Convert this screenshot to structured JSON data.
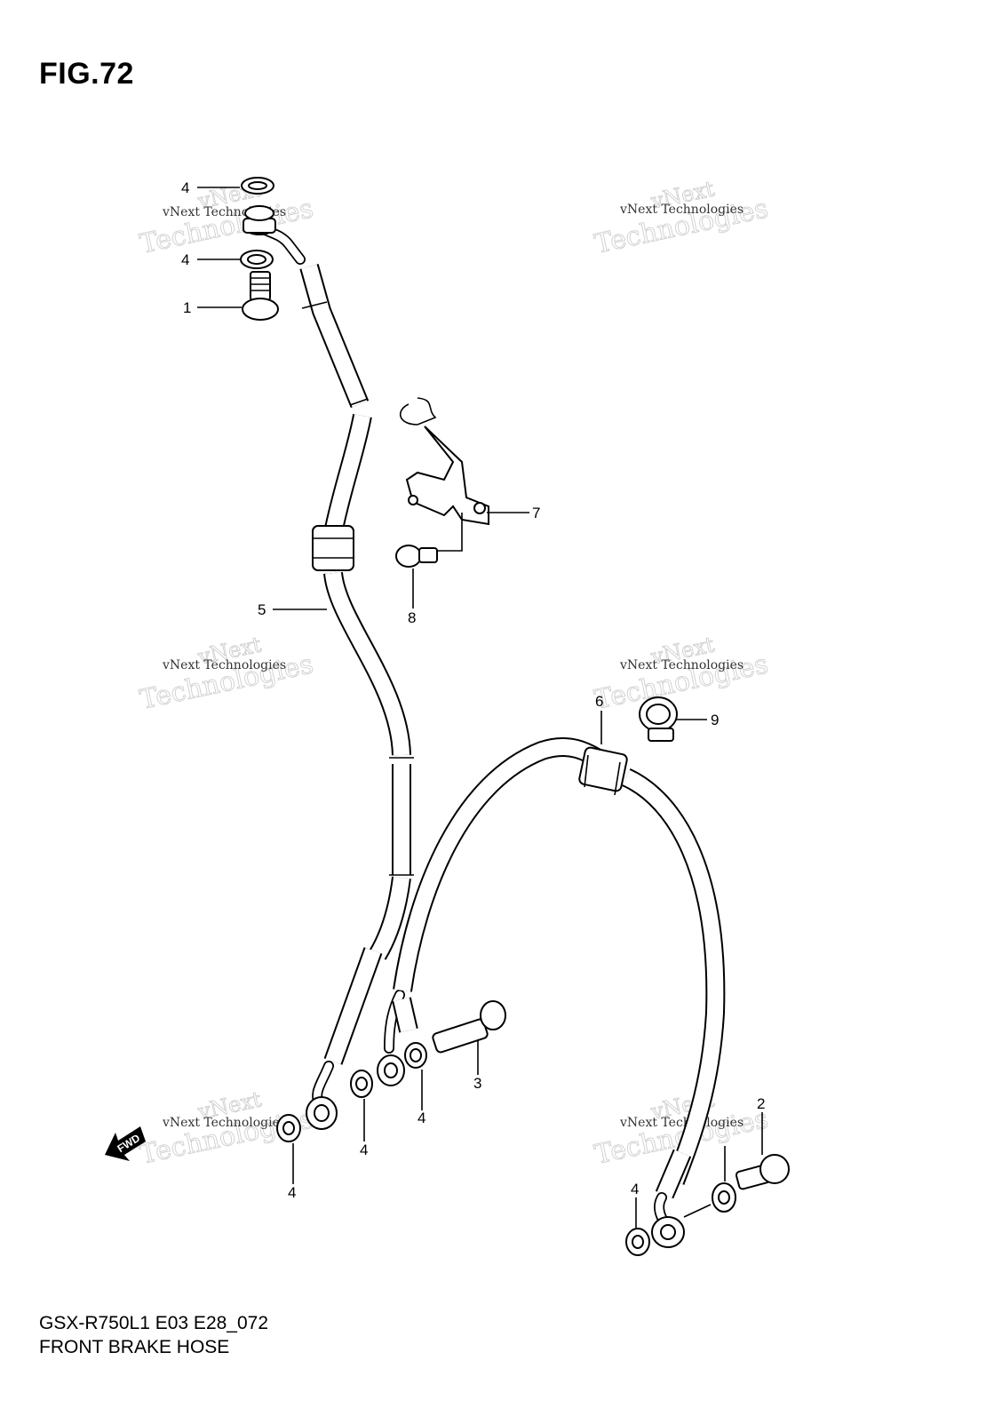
{
  "figure": {
    "title": "FIG.72",
    "model_code": "GSX-R750L1 E03 E28_072",
    "caption": "FRONT BRAKE HOSE"
  },
  "watermark": {
    "line1": "vNext Technologies",
    "line2": "vNext",
    "line3": "Technologies"
  },
  "fwd_label": "FWD",
  "callouts": {
    "c4a": "4",
    "c4b": "4",
    "c1": "1",
    "c7": "7",
    "c8": "8",
    "c5": "5",
    "c6": "6",
    "c9": "9",
    "c3": "3",
    "c4c": "4",
    "c4d": "4",
    "c4e": "4",
    "c2": "2",
    "c4f": "4"
  }
}
